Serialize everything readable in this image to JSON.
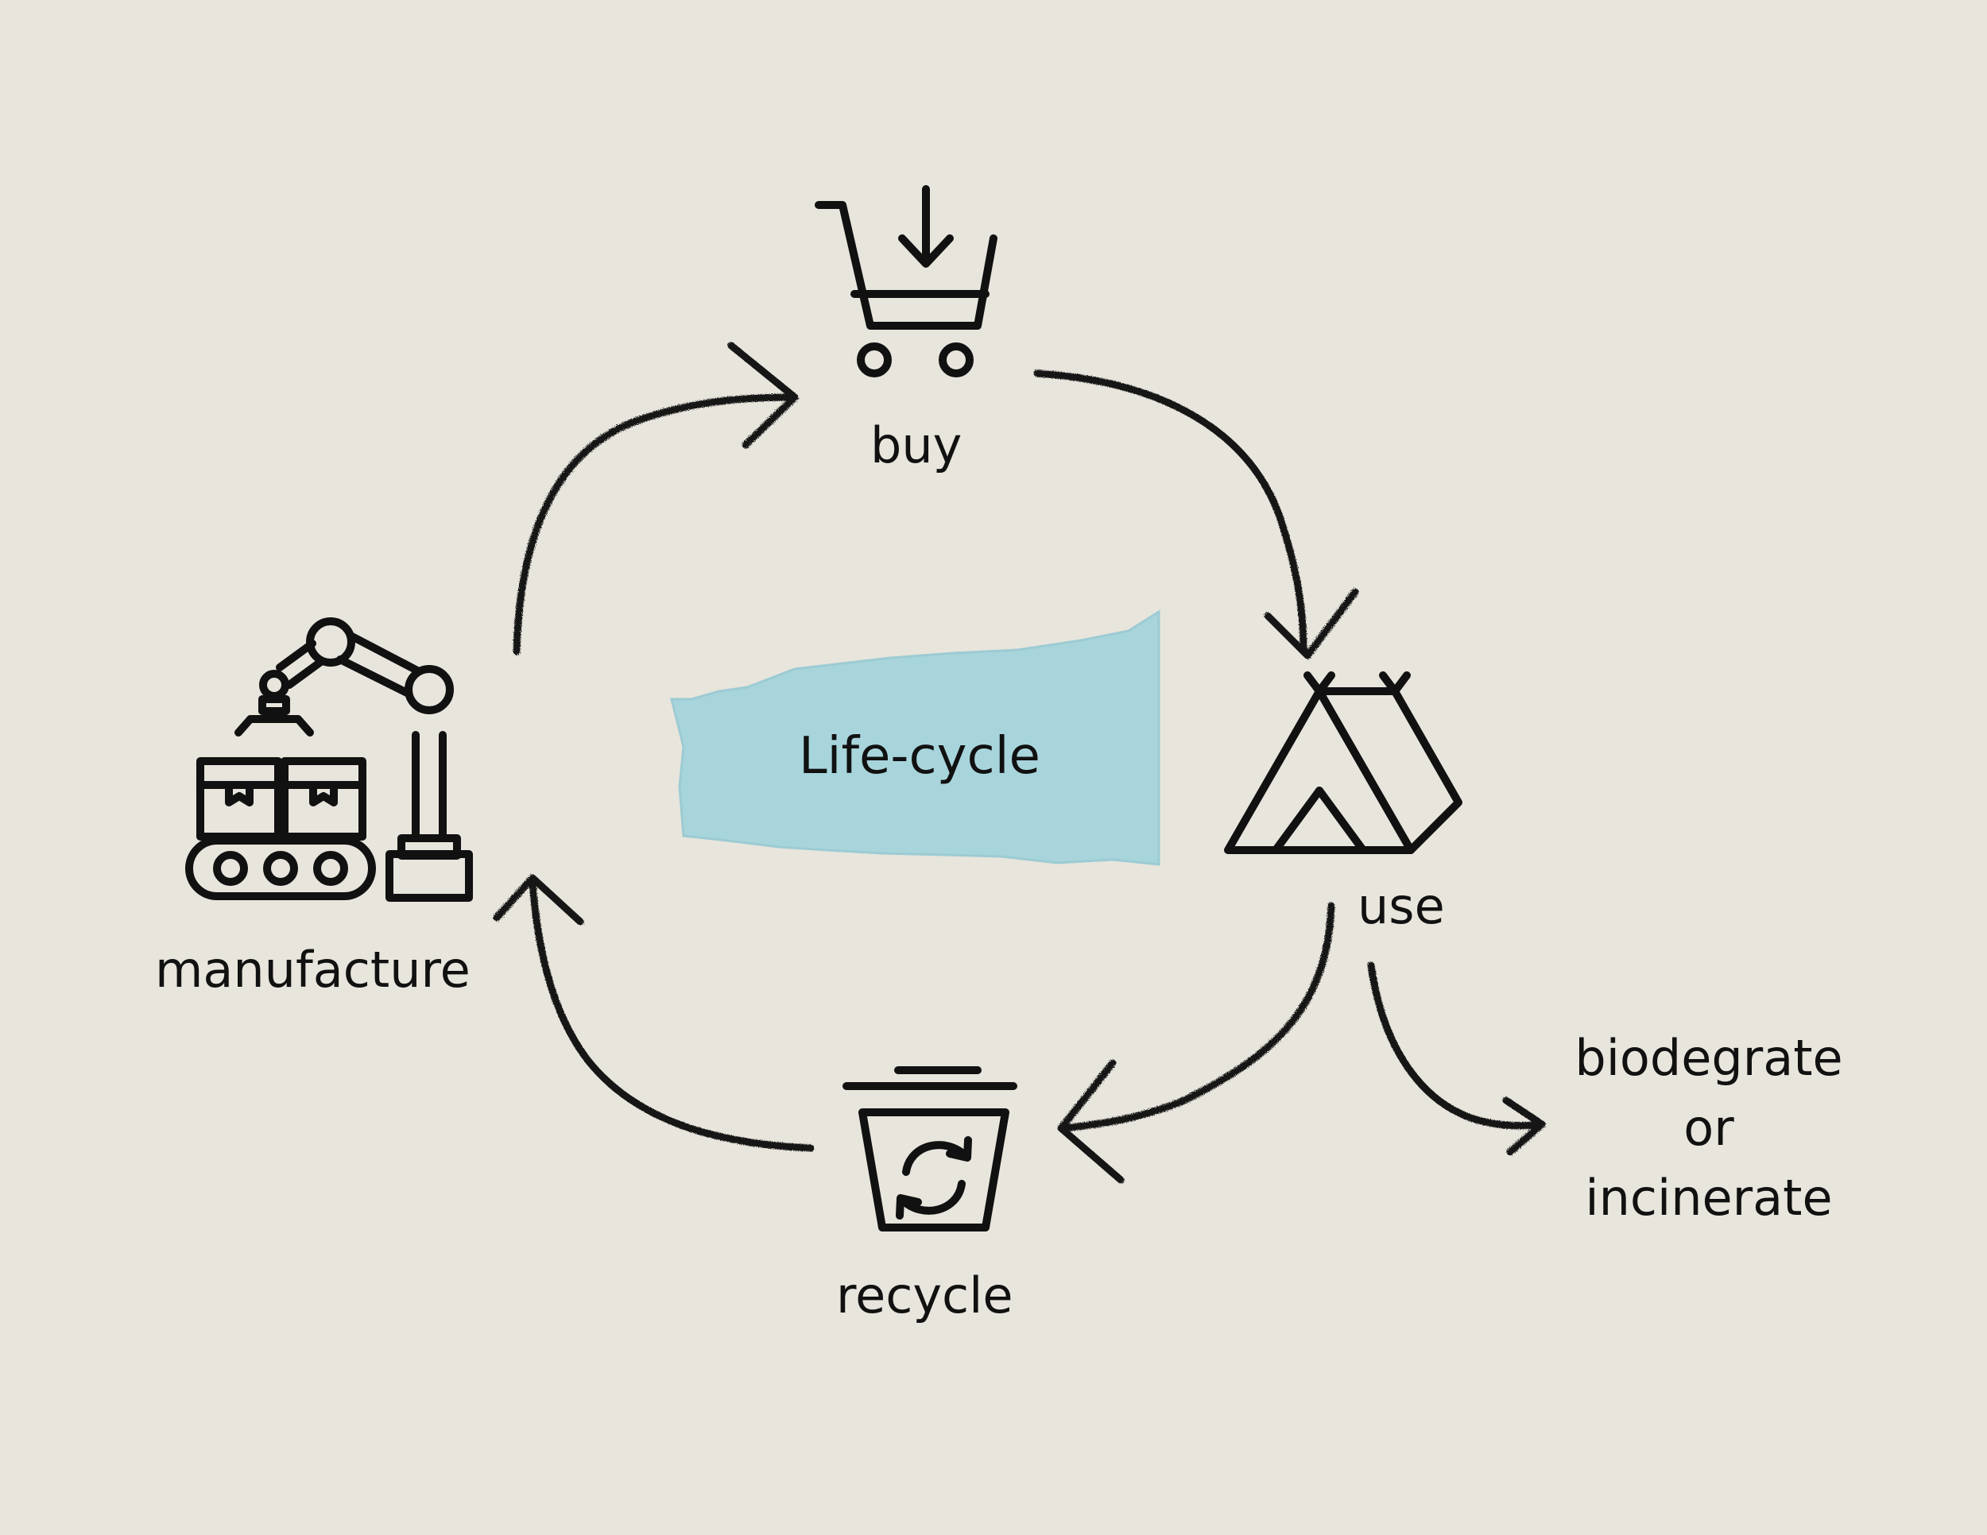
{
  "diagram": {
    "title": "Life-cycle",
    "stages": {
      "buy": "buy",
      "use": "use",
      "recycle": "recycle",
      "manufacture": "manufacture"
    },
    "end_of_life": {
      "line1": "biodegrate",
      "line2": "or",
      "line3": "incinerate"
    },
    "icons": [
      "shopping-cart-icon",
      "tent-icon",
      "recycle-bin-icon",
      "robot-arm-factory-icon"
    ]
  },
  "colors": {
    "background": "#e8e5dd",
    "title_patch": "#a8d5dc",
    "ink": "#111111"
  }
}
